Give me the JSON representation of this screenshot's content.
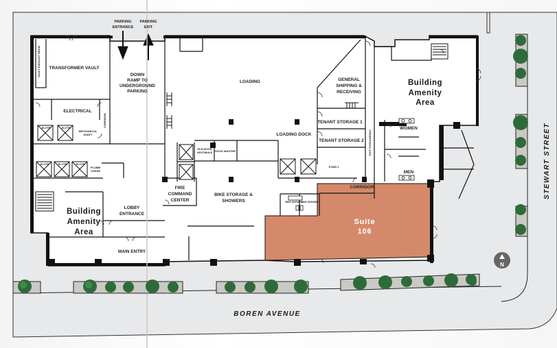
{
  "map": {
    "type": "floor-plan",
    "streets": {
      "south": "BOREN AVENUE",
      "east": "STEWART STREET"
    },
    "compass": {
      "label": "N",
      "icon": "north-arrow-icon"
    },
    "highlight": {
      "label_line1": "Suite",
      "label_line2": "106",
      "color": "#d4896a"
    },
    "colors": {
      "background": "#e8e9eb",
      "building": "#ffffff",
      "walls": "#111111",
      "trees": "#2f6b3a",
      "planters": "#c9cac3",
      "suite": "#d4896a"
    },
    "rooms": {
      "parking_entrance_1": "PARKING",
      "parking_entrance_2": "ENTRANCE",
      "parking_exit_1": "PARKING",
      "parking_exit_2": "EXIT",
      "vault_vertical": "VAULT EXHAUST DRUM",
      "transformer_vault": "TRANSFORMER VAULT",
      "ramp_1": "DOWN",
      "ramp_2": "RAMP TO",
      "ramp_3": "UNDERGROUND",
      "ramp_4": "PARKING",
      "electrical": "ELECTRICAL",
      "corridor_vertical": "CORRIDOR",
      "mechanical_1": "MECHANICAL",
      "mechanical_2": "SHAFT",
      "elevator": "ELVTR",
      "plumb_1": "PLUMB",
      "plumb_2": "CHASE",
      "amenity_west_1": "Building",
      "amenity_west_2": "Amenity",
      "amenity_west_3": "Area",
      "lobby_1": "LOBBY",
      "lobby_2": "ENTRANCE",
      "main_entry": "MAIN ENTRY",
      "loading": "LOADING",
      "loading_dock": "LOADING DOCK",
      "elev_vestibule_1": "ELEVATOR",
      "elev_vestibule_2": "VESTIBULE",
      "dock_master": "DOCK MASTER",
      "fire_1": "FIRE",
      "fire_2": "COMMAND",
      "fire_3": "CENTER",
      "bike_1": "BIKE STORAGE &",
      "bike_2": "SHOWERS",
      "shipping_1": "GENERAL",
      "shipping_2": "SHIPPING &",
      "shipping_3": "RECEIVING",
      "tenant_storage_1": "TENANT STORAGE 1",
      "tenant_storage_2": "TENANT STORAGE 2",
      "stair_2": "STAIR 2",
      "exit_passageway": "EXIT PASSAGEWAY",
      "corridor": "CORRIDOR",
      "bike_shower": "BIKE SHOWER",
      "women": "WOMEN",
      "men": "MEN",
      "amenity_east_1": "Building",
      "amenity_east_2": "Amenity",
      "amenity_east_3": "Area"
    }
  }
}
